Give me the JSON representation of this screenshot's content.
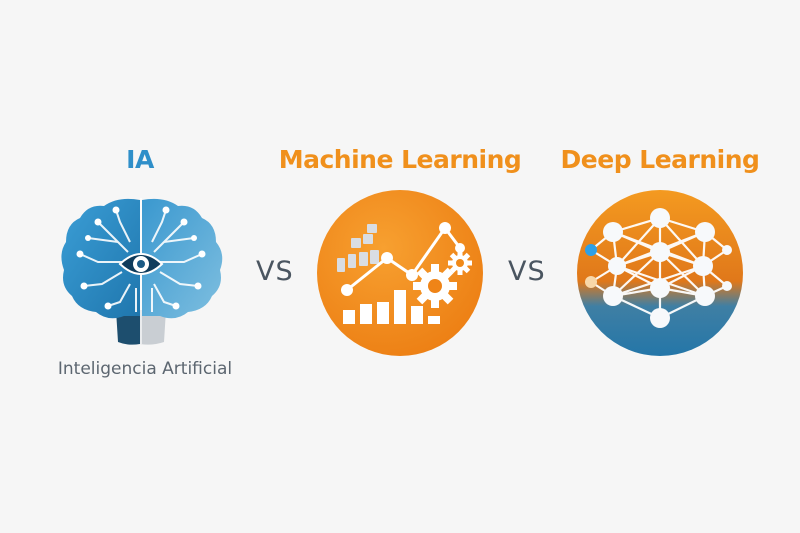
{
  "colors": {
    "background": "#f6f6f6",
    "ia_blue": "#2f8fc9",
    "orange": "#f0901c",
    "deep_blue": "#2874a6",
    "vs_gray": "#4a5560",
    "caption_gray": "#5c6670"
  },
  "columns": [
    {
      "title": "IA",
      "icon": "brain-circuit-icon",
      "caption": "Inteligencia Artificial"
    },
    {
      "title": "Machine Learning",
      "icon": "ml-chart-gears-icon"
    },
    {
      "title": "Deep Learning",
      "icon": "neural-network-icon"
    }
  ],
  "separators": [
    "VS",
    "VS"
  ]
}
